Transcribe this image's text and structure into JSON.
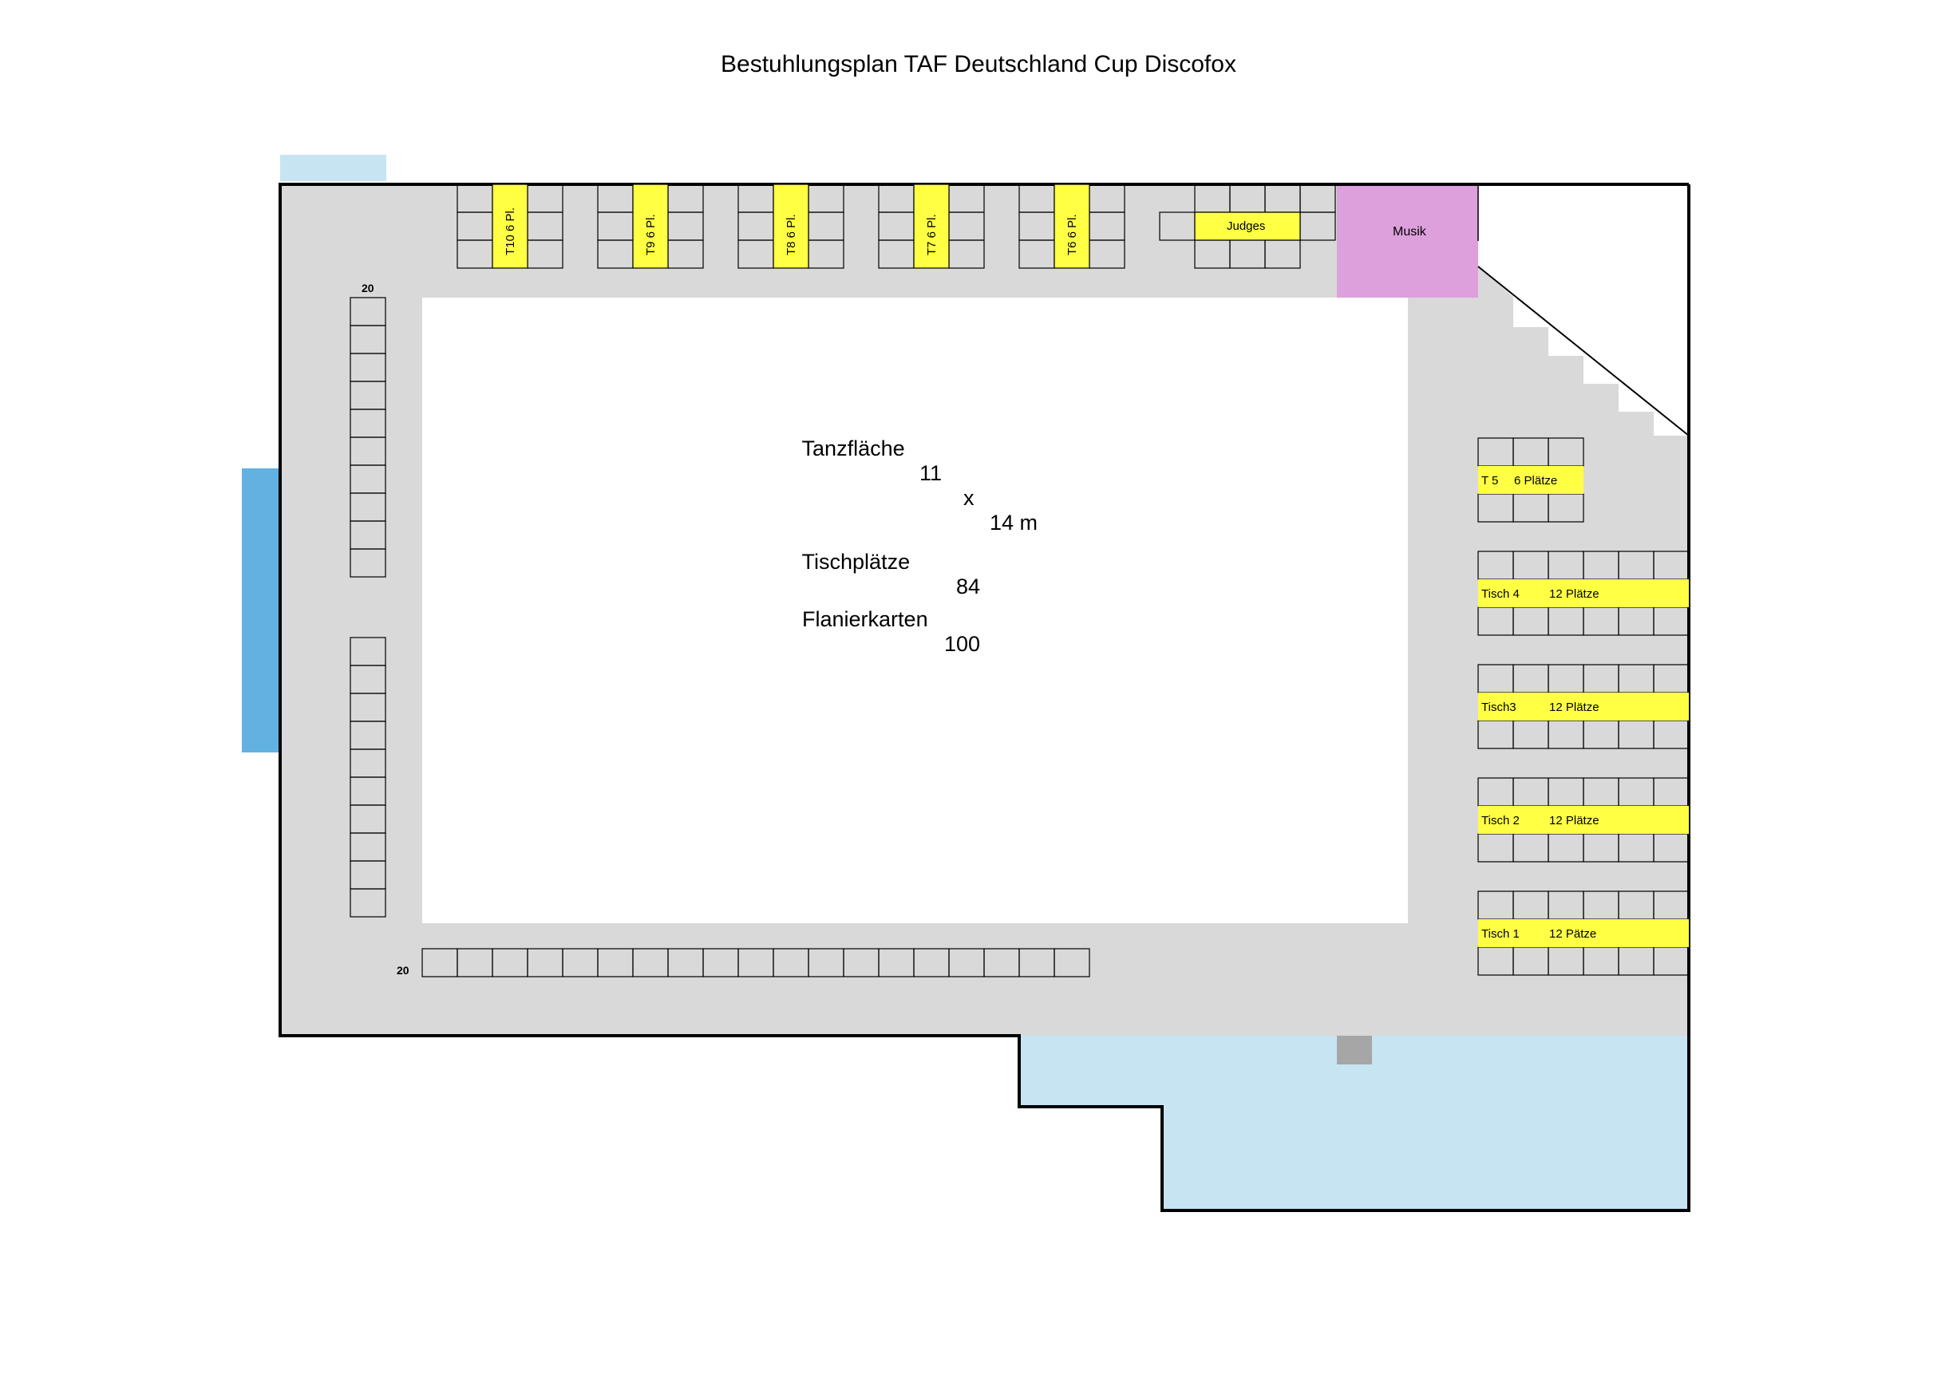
{
  "title": "Bestuhlungsplan TAF Deutschland Cup Discofox",
  "dance_floor": {
    "label": "Tanzfläche",
    "width": "11",
    "x": "x",
    "length": "14 m"
  },
  "stats": [
    {
      "label": "Tischplätze",
      "value": "84"
    },
    {
      "label": "Flanierkarten",
      "value": "100"
    }
  ],
  "labels": {
    "judges": "Judges",
    "music": "Musik",
    "left_row_count": "20",
    "bottom_row_count": "20"
  },
  "top_tables": [
    {
      "label": "T10 6 Pl.",
      "seats": 6
    },
    {
      "label": "T9 6 Pl.",
      "seats": 6
    },
    {
      "label": "T8 6 Pl.",
      "seats": 6
    },
    {
      "label": "T7 6 Pl.",
      "seats": 6
    },
    {
      "label": "T6 6 Pl.",
      "seats": 6
    }
  ],
  "right_tables": [
    {
      "name": "T 5",
      "places": "6 Plätze",
      "seats": 6
    },
    {
      "name": "Tisch 4",
      "places": "12 Plätze",
      "seats": 12
    },
    {
      "name": "Tisch3",
      "places": "12 Plätze",
      "seats": 12
    },
    {
      "name": "Tisch 2",
      "places": "12 Plätze",
      "seats": 12
    },
    {
      "name": "Tisch 1",
      "places": "12 Pätze",
      "seats": 12
    }
  ],
  "left_rows": [
    {
      "seats": 10
    },
    {
      "seats": 10
    }
  ],
  "bottom_row": {
    "seats": 19
  },
  "colors": {
    "floor": "#d9d9d9",
    "table": "#ffff44",
    "music": "#dda0dd",
    "light_blue": "#c7e4f3",
    "blue": "#62b1e0",
    "pillar": "#a6a6a6",
    "wall": "#000000"
  }
}
